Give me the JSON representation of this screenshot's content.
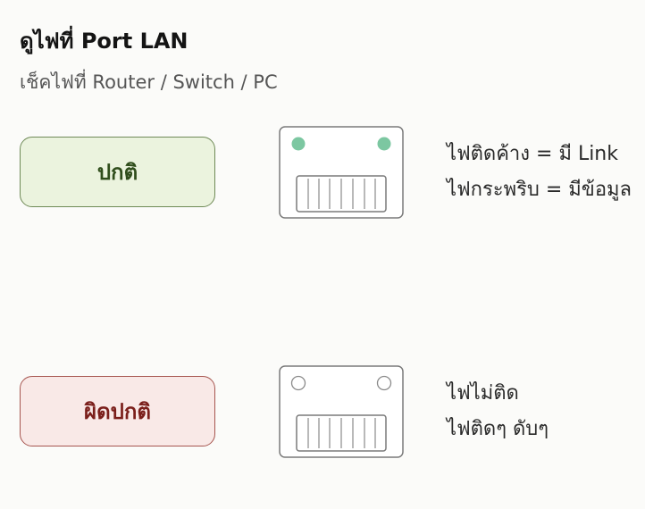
{
  "header": {
    "title": "ดูไฟที่ Port LAN",
    "subtitle": "เช็คไฟที่ Router / Switch / PC"
  },
  "states": {
    "normal": {
      "label": "ปกติ",
      "lines": [
        "ไฟติดค้าง = มี Link",
        "ไฟกระพริบ = มีข้อมูล"
      ],
      "led_color": "#7cc7a1",
      "fill_color": "#ebf3de",
      "border_color": "#6f8a57"
    },
    "abnormal": {
      "label": "ผิดปกติ",
      "lines": [
        "ไฟไม่ติด",
        "ไฟติดๆ ดับๆ"
      ],
      "led_color": "#ffffff",
      "fill_color": "#f9e9e7",
      "border_color": "#a6554f"
    }
  },
  "icons": {
    "port": "ethernet-port-icon",
    "led": "led-indicator-icon"
  }
}
